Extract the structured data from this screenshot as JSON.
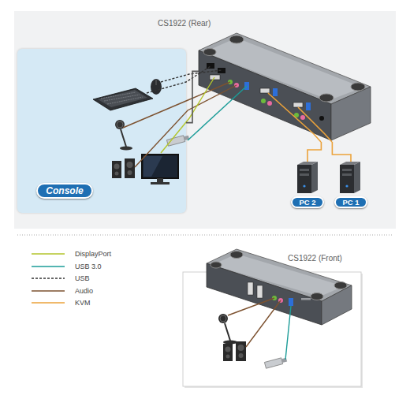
{
  "diagram": {
    "nodes": [
      {
        "text": [
          "CS1922 (Rear)"
        ]
      },
      {
        "text": [
          "Console"
        ]
      },
      {
        "text": [
          "PC 2"
        ]
      },
      {
        "text": [
          "PC 1"
        ]
      },
      {
        "text": [
          "CS1922 (Front)"
        ]
      }
    ],
    "edges": [
      {
        "from": 1,
        "to": 0,
        "arrow": "none"
      },
      {
        "from": 0,
        "to": 2,
        "arrow": "none"
      },
      {
        "from": 0,
        "to": 3,
        "arrow": "none"
      }
    ],
    "legend": [
      {
        "text": "DisplayPort"
      },
      {
        "text": "USB 3.0"
      },
      {
        "text": "USB"
      },
      {
        "text": "Audio"
      },
      {
        "text": "KVM"
      }
    ]
  }
}
